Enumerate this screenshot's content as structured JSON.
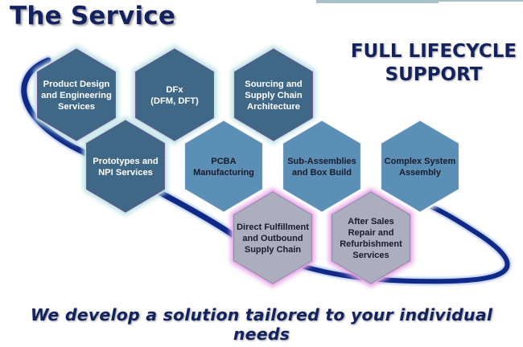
{
  "header": {
    "title": "The Service",
    "headline_lines": [
      "FULL LIFECYCLE",
      "SUPPORT"
    ]
  },
  "colors": {
    "navy_text": "#14235e",
    "hex_dark": "#3f6887",
    "hex_mid": "#5b8fb6",
    "hex_grey": "#acadbf",
    "glow_teal": "#bfe3e6",
    "glow_pink": "#e7a9e8",
    "swoosh": "#0f2a86"
  },
  "hexagons": [
    {
      "id": "product-design",
      "style": "dark",
      "lines": [
        "Product Design",
        "and Engineering",
        "Services"
      ]
    },
    {
      "id": "dfx",
      "style": "dark",
      "lines": [
        "DFx",
        "(DFM, DFT)"
      ]
    },
    {
      "id": "sourcing",
      "style": "dark",
      "lines": [
        "Sourcing and",
        "Supply Chain",
        "Architecture"
      ]
    },
    {
      "id": "prototypes",
      "style": "dark",
      "lines": [
        "Prototypes and",
        "NPI Services"
      ]
    },
    {
      "id": "pcba",
      "style": "mid",
      "lines": [
        "PCBA",
        "Manufacturing"
      ]
    },
    {
      "id": "sub-assemblies",
      "style": "mid",
      "lines": [
        "Sub-Assemblies",
        "and Box Build"
      ]
    },
    {
      "id": "complex-system",
      "style": "mid",
      "lines": [
        "Complex System",
        "Assembly"
      ]
    },
    {
      "id": "direct-fulfillment",
      "style": "grey",
      "lines": [
        "Direct Fulfillment",
        "and Outbound",
        "Supply Chain"
      ]
    },
    {
      "id": "after-sales",
      "style": "grey",
      "lines": [
        "After Sales",
        "Repair and",
        "Refurbishment",
        "Services"
      ]
    }
  ],
  "footer": {
    "tagline": "We develop a solution tailored to your individual needs"
  }
}
